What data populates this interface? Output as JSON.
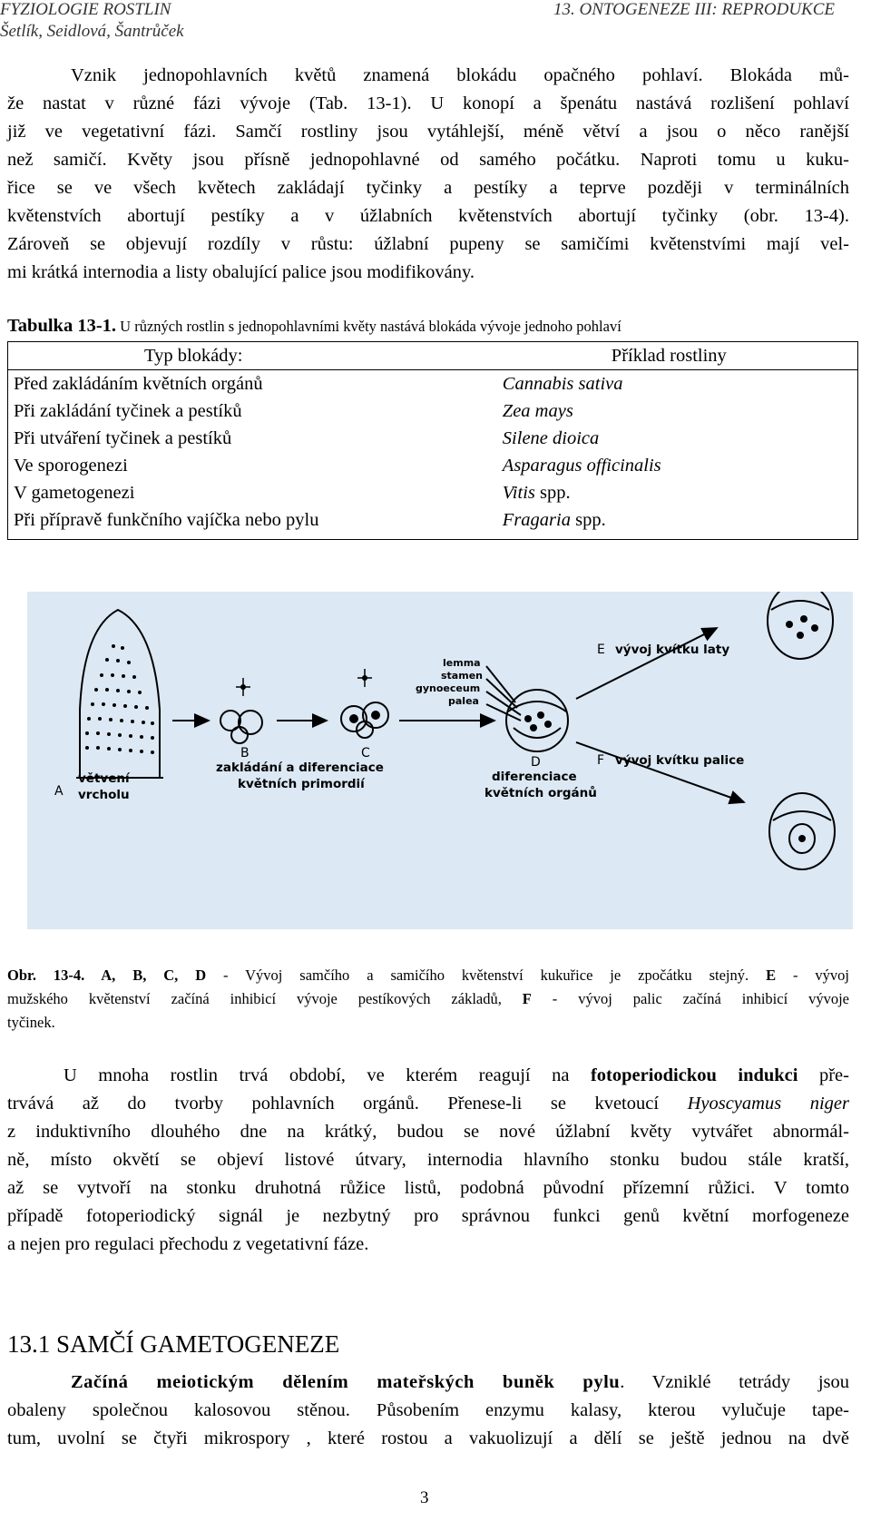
{
  "header": {
    "left": "FYZIOLOGIE ROSTLIN",
    "right": "13. ONTOGENEZE III: REPRODUKCE",
    "authors": "Šetlík, Seidlová, Šantrůček"
  },
  "para1": [
    "Vznik jednopohlavních květů znamená blokádu opačného pohlaví. Blokáda mů-",
    "že nastat v různé fázi vývoje (Tab. 13-1). U konopí a špenátu nastává rozlišení pohlaví",
    "již ve vegetativní fázi. Samčí rostliny jsou vytáhlejší, méně větví a jsou o něco ranější",
    "než samičí. Květy jsou přísně jednopohlavné od samého počátku. Naproti tomu u kuku-",
    "řice se ve všech květech zakládají tyčinky a pestíky a teprve později v terminálních",
    "květenstvích abortují pestíky a v úžlabních květenstvích abortují tyčinky (obr. 13-4).",
    "Zároveň se objevují rozdíly v růstu: úžlabní pupeny se samičími květenstvími mají vel-",
    "mi krátká internodia a listy obalující palice jsou modifikovány."
  ],
  "table": {
    "caption_bold": "Tabulka 13-1.",
    "caption_rest": " U různých rostlin s jednopohlavními květy nastává blokáda vývoje jednoho pohlaví",
    "col1": "Typ blokády:",
    "col2": "Příklad rostliny",
    "rows": [
      {
        "type": "Před zakládáním květních orgánů",
        "plant": "Cannabis sativa",
        "suffix": ""
      },
      {
        "type": "Při zakládání tyčinek a pestíků",
        "plant": "Zea mays",
        "suffix": ""
      },
      {
        "type": "Při utváření tyčinek a pestíků",
        "plant": "Silene dioica",
        "suffix": ""
      },
      {
        "type": "Ve sporogenezi",
        "plant": "Asparagus officinalis",
        "suffix": ""
      },
      {
        "type": "V gametogenezi",
        "plant": "Vitis",
        "suffix": " spp."
      },
      {
        "type": "Při přípravě funkčního vajíčka nebo pylu",
        "plant": "Fragaria",
        "suffix": " spp."
      }
    ]
  },
  "figure": {
    "labels": {
      "a": "A",
      "b": "B",
      "c": "C",
      "d": "D",
      "e": "E",
      "f": "F",
      "vetveni1": "větvení",
      "vetveni2": "vrcholu",
      "zakladani1": "zakládání a diferenciace",
      "zakladani2": "květních primordií",
      "difer1": "diferenciace",
      "difer2": "květních orgánů",
      "lemma": "lemma",
      "stamen": "stamen",
      "gynoeceum": "gynoeceum",
      "palea": "palea",
      "vyvoj_laty": "vývoj kvítku laty",
      "vyvoj_palice": "vývoj kvítku palice"
    },
    "colors": {
      "background": "#dce8f4",
      "ink": "#000000"
    }
  },
  "fig_caption": {
    "line1_parts": [
      "Obr. 13-4. A, B, C, D",
      " - Vývoj samčího a samičího květenství kukuřice je zpočátku stejný. ",
      "E",
      " - vývoj"
    ],
    "line2_parts": [
      "mužského květenství začíná inhibicí vývoje pestíkových základů, ",
      "F",
      " - vývoj palic začíná inhibicí vývoje"
    ],
    "line3": "tyčinek."
  },
  "para2": [
    {
      "parts": [
        "U mnoha rostlin trvá období, ve kterém reagují na ",
        "fotoperiodickou indukci",
        " pře-"
      ]
    },
    {
      "parts": [
        "trvává až do tvorby pohlavních orgánů. Přenese-li se kvetoucí ",
        "Hyoscyamus niger",
        ""
      ]
    },
    {
      "text": "z induktivního dlouhého dne na krátký, budou se nové úžlabní květy vytvářet abnormál-"
    },
    {
      "text": "ně, místo okvětí se objeví listové útvary, internodia hlavního stonku budou stále kratší,"
    },
    {
      "text": "až se vytvoří na stonku druhotná růžice listů, podobná původní přízemní růžici. V tomto"
    },
    {
      "text": "případě fotoperiodický signál je nezbytný pro správnou funkci genů květní morfogeneze"
    },
    {
      "text": "a nejen pro regulaci přechodu z vegetativní fáze."
    }
  ],
  "section": {
    "title": "13.1 SAMČÍ GAMETOGENEZE",
    "line1_bold": "Začíná meiotickým dělením mateřských buněk pylu",
    "line1_rest": ". Vzniklé tetrády jsou",
    "line2": "obaleny společnou kalosovou stěnou. Působením enzymu kalasy, kterou vylučuje tape-",
    "line3": "tum,  uvolní se čtyři mikrospory , které rostou a vakuolizují a dělí se ještě jednou na dvě"
  },
  "page_number": "3"
}
